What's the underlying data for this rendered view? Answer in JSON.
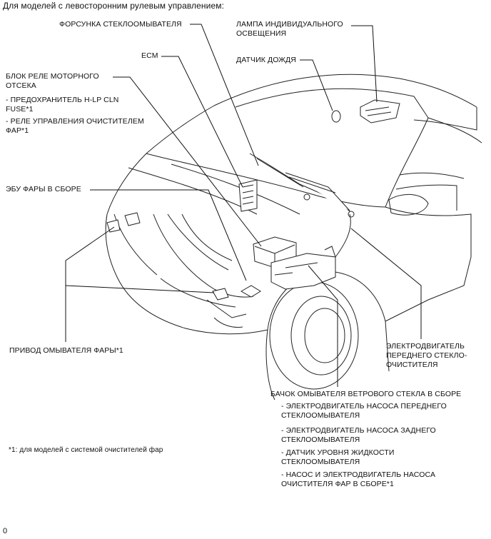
{
  "header": {
    "title": "Для моделей с левосторонним рулевым управлением:"
  },
  "labels": {
    "washer_nozzle": "ФОРСУНКА СТЕКЛООМЫВАТЕЛЯ",
    "lamp_line1": "ЛАМПА ИНДИВИДУАЛЬНОГО",
    "lamp_line2": "ОСВЕЩЕНИЯ",
    "ecm": "ECM",
    "rain_sensor": "ДАТЧИК ДОЖДЯ",
    "relay_block_line1": "БЛОК РЕЛЕ МОТОРНОГО",
    "relay_block_line2": "ОТСЕКА",
    "fuse_line1": "- ПРЕДОХРАНИТЕЛЬ H-LP CLN",
    "fuse_line2": "FUSE*1",
    "relay_line1": "- РЕЛЕ УПРАВЛЕНИЯ ОЧИСТИТЕЛЕМ",
    "relay_line2": "ФАР*1",
    "headlamp_ecu": "ЭБУ ФАРЫ В СБОРЕ",
    "headlamp_washer_actuator": "ПРИВОД ОМЫВАТЕЛЯ ФАРЫ*1",
    "wiper_motor_line1": "ЭЛЕКТРОДВИГАТЕЛЬ",
    "wiper_motor_line2": "ПЕРЕДНЕГО СТЕКЛО-",
    "wiper_motor_line3": "ОЧИСТИТЕЛЯ",
    "tank_title": "БАЧОК ОМЫВАТЕЛЯ ВЕТРОВОГО СТЕКЛА В СБОРЕ",
    "tank_item1_line1": "- ЭЛЕКТРОДВИГАТЕЛЬ НАСОСА ПЕРЕДНЕГО",
    "tank_item1_line2": "СТЕКЛООМЫВАТЕЛЯ",
    "tank_item2_line1": "- ЭЛЕКТРОДВИГАТЕЛЬ НАСОСА ЗАДНЕГО",
    "tank_item2_line2": "СТЕКЛООМЫВАТЕЛЯ",
    "tank_item3_line1": "- ДАТЧИК УРОВНЯ ЖИДКОСТИ",
    "tank_item3_line2": "СТЕКЛООМЫВАТЕЛЯ",
    "tank_item4_line1": "- НАСОС И ЭЛЕКТРОДВИГАТЕЛЬ НАСОСА",
    "tank_item4_line2": "ОЧИСТИТЕЛЯ ФАР В СБОРЕ*1"
  },
  "footnote": "*1: для моделей с системой очистителей фар",
  "page_marker": "0"
}
